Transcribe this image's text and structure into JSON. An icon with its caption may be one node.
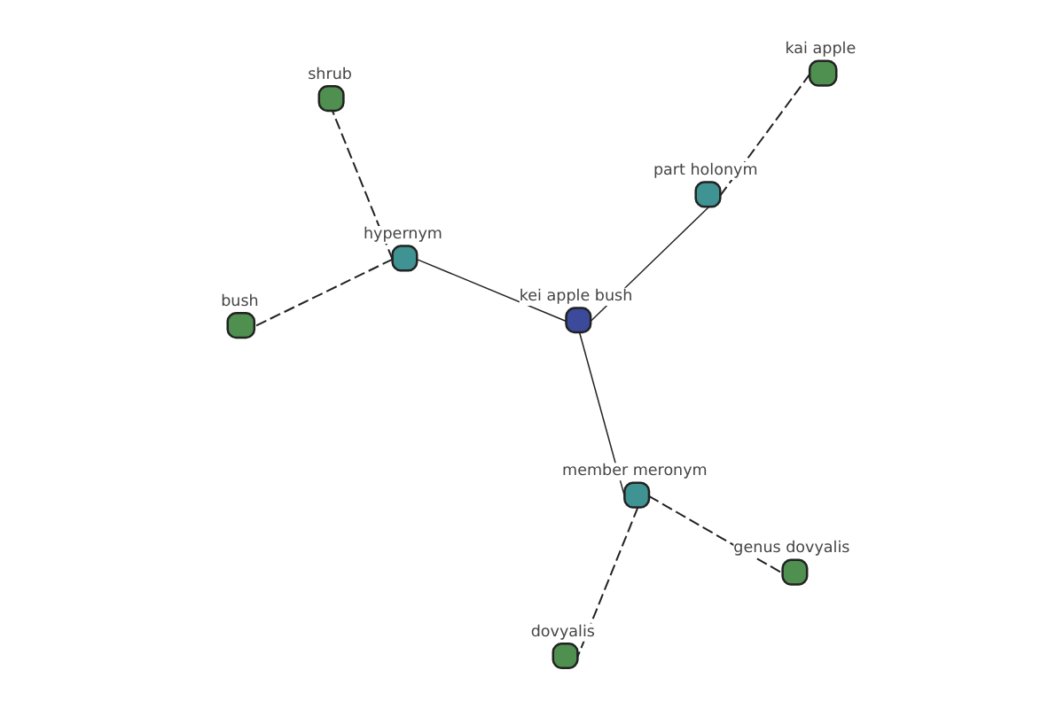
{
  "diagram": {
    "nodes": [
      {
        "text": [
          "kai apple"
        ]
      },
      {
        "text": [
          "part holonym"
        ]
      },
      {
        "text": [
          "bush"
        ]
      },
      {
        "text": [
          "hypernym"
        ]
      },
      {
        "text": [
          "kei apple bush"
        ]
      },
      {
        "text": [
          "shrub"
        ]
      },
      {
        "text": [
          "dovyalis"
        ]
      },
      {
        "text": [
          "member meronym"
        ]
      },
      {
        "text": [
          "genus dovyalis"
        ]
      }
    ],
    "edges": [
      {
        "from": 4,
        "to": 3,
        "arrow": "none"
      },
      {
        "from": 4,
        "to": 1,
        "arrow": "none"
      },
      {
        "from": 4,
        "to": 7,
        "arrow": "none"
      },
      {
        "from": 1,
        "to": 0,
        "arrow": "none",
        "style": "dashed"
      },
      {
        "from": 3,
        "to": 2,
        "arrow": "none",
        "style": "dashed"
      },
      {
        "from": 3,
        "to": 5,
        "arrow": "none",
        "style": "dashed"
      },
      {
        "from": 7,
        "to": 6,
        "arrow": "none",
        "style": "dashed"
      },
      {
        "from": 7,
        "to": 8,
        "arrow": "none",
        "style": "dashed"
      }
    ]
  }
}
